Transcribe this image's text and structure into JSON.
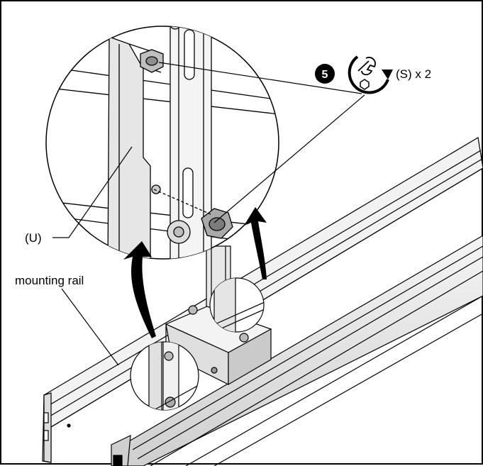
{
  "diagram": {
    "step_number": "5",
    "screw_callout": "(S) x 2",
    "part_label": "(U)",
    "rail_label": "mounting rail"
  },
  "colors": {
    "line": "#000000",
    "metal": "#d9d9d9",
    "metal_dark": "#9a9a9a",
    "background": "#ffffff"
  },
  "icons": [
    "wrench-icon",
    "rotate-clockwise-arrow-icon",
    "hex-nut-icon"
  ]
}
